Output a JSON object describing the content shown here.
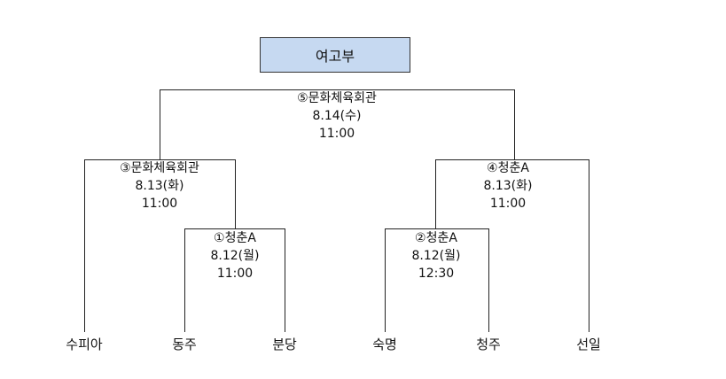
{
  "title": "여고부",
  "matches": [
    {
      "venue": "①청춘A",
      "date": "8.12(월)",
      "time": "11:00"
    },
    {
      "venue": "②청춘A",
      "date": "8.12(월)",
      "time": "12:30"
    },
    {
      "venue": "③문화체육회관",
      "date": "8.13(화)",
      "time": "11:00"
    },
    {
      "venue": "④청춘A",
      "date": "8.13(화)",
      "time": "11:00"
    },
    {
      "venue": "⑤문화체육회관",
      "date": "8.14(수)",
      "time": "11:00"
    }
  ],
  "teams": [
    "수피아",
    "동주",
    "분당",
    "숙명",
    "청주",
    "선일"
  ]
}
